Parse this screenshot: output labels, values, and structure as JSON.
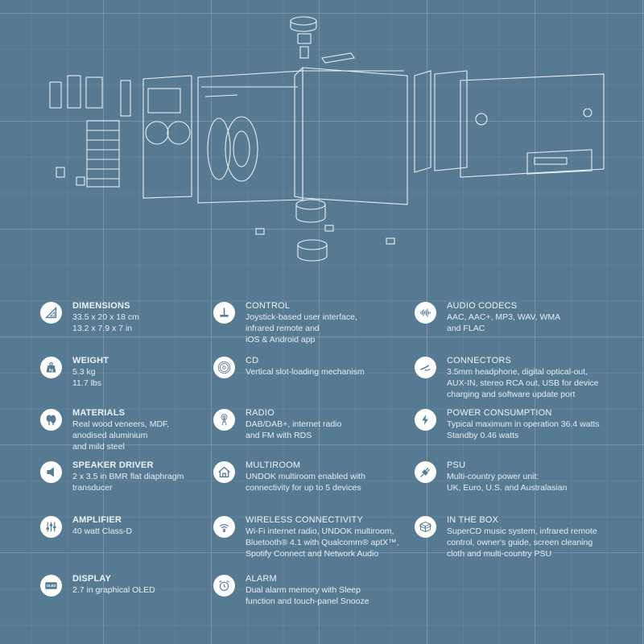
{
  "specs": {
    "dimensions": {
      "title": "DIMENSIONS",
      "lines": [
        "33.5 x 20 x 18 cm",
        "13.2 x 7.9 x 7 in"
      ],
      "icon": "set-square-icon"
    },
    "weight": {
      "title": "WEIGHT",
      "lines": [
        "5.3 kg",
        "11.7 lbs"
      ],
      "icon": "weight-kg-icon",
      "icon_text": "kg"
    },
    "materials": {
      "title": "MATERIALS",
      "lines": [
        "Real wood veneers, MDF,",
        "anodised aluminium",
        "and mild steel"
      ],
      "icon": "trees-icon"
    },
    "speaker_driver": {
      "title": "SPEAKER DRIVER",
      "lines": [
        "2 x 3.5 in BMR flat diaphragm",
        "transducer"
      ],
      "icon": "speaker-icon"
    },
    "amplifier": {
      "title": "AMPLIFIER",
      "lines": [
        "40 watt Class-D"
      ],
      "icon": "sliders-icon"
    },
    "display": {
      "title": "DISPLAY",
      "lines": [
        "2.7 in graphical OLED"
      ],
      "icon": "oled-icon",
      "icon_text": "OLED"
    },
    "control": {
      "title": "CONTROL",
      "lines": [
        "Joystick-based user interface,",
        "infrared remote and",
        "iOS & Android app"
      ],
      "icon": "joystick-icon"
    },
    "cd": {
      "title": "CD",
      "lines": [
        "Vertical slot-loading mechanism"
      ],
      "icon": "disc-icon"
    },
    "radio": {
      "title": "RADIO",
      "lines": [
        "DAB/DAB+, internet radio",
        "and FM with RDS"
      ],
      "icon": "antenna-icon"
    },
    "multiroom": {
      "title": "MULTIROOM",
      "lines": [
        "UNDOK multiroom enabled with",
        "connectivity for up to 5 devices"
      ],
      "icon": "house-icon"
    },
    "wireless": {
      "title": "WIRELESS CONNECTIVITY",
      "lines": [
        "Wi-Fi internet radio, UNDOK multiroom,",
        "Bluetooth® 4.1 with Qualcomm® aptX™,",
        "Spotify Connect and Network Audio"
      ],
      "icon": "wifi-icon"
    },
    "alarm": {
      "title": "ALARM",
      "lines": [
        "Dual alarm memory with Sleep",
        "function and touch-panel Snooze"
      ],
      "icon": "alarm-clock-icon"
    },
    "codecs": {
      "title": "AUDIO CODECS",
      "lines": [
        "AAC, AAC+, MP3, WAV, WMA",
        "and FLAC"
      ],
      "icon": "waveform-icon"
    },
    "connectors": {
      "title": "CONNECTORS",
      "lines": [
        "3.5mm headphone, digital optical-out,",
        "AUX-IN, stereo RCA out, USB for device",
        "charging and software update port"
      ],
      "icon": "jack-plug-icon"
    },
    "power": {
      "title": "POWER CONSUMPTION",
      "lines": [
        "Typical maximum in operation 36.4 watts",
        "Standby 0.46 watts"
      ],
      "icon": "lightning-icon"
    },
    "psu": {
      "title": "PSU",
      "lines": [
        "Multi-country power unit:",
        "UK, Euro, U.S. and Australasian"
      ],
      "icon": "plug-icon"
    },
    "box": {
      "title": "IN THE BOX",
      "lines": [
        "SuperCD music system, infrared remote",
        "control, owner's guide, screen cleaning",
        "cloth and multi-country PSU"
      ],
      "icon": "box-icon"
    }
  },
  "colors": {
    "background": "#577a93",
    "line": "#ffffff"
  }
}
